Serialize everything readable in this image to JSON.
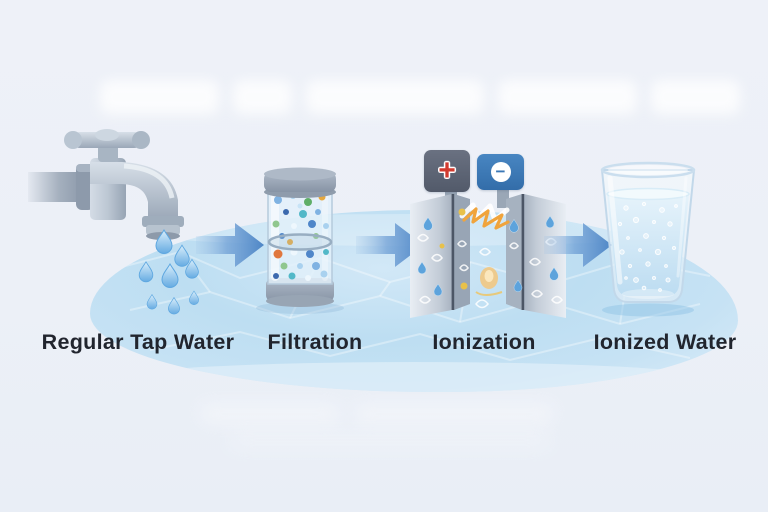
{
  "diagram": {
    "type": "process-flow",
    "stages": [
      {
        "id": "regular-tap-water",
        "label": "Regular Tap Water",
        "icon": "faucet-icon"
      },
      {
        "id": "filtration",
        "label": "Filtration",
        "icon": "filter-cartridge-icon"
      },
      {
        "id": "ionization",
        "label": "Ionization",
        "icon": "electrolysis-plates-icon",
        "electrodes": {
          "positive": {
            "symbol": "+",
            "badge_color": "#586070",
            "symbol_color": "#d23b2f"
          },
          "negative": {
            "symbol": "−",
            "badge_color": "#3b78b6",
            "symbol_color": "#3b78b6"
          }
        }
      },
      {
        "id": "ionized-water",
        "label": "Ionized Water",
        "icon": "water-glass-icon"
      }
    ],
    "arrows": {
      "count": 3,
      "direction": "right",
      "color": "#4e86c6"
    }
  },
  "colors": {
    "background": "#edf1f8",
    "pool": "#bcdcf1",
    "label_text": "#21252e"
  }
}
